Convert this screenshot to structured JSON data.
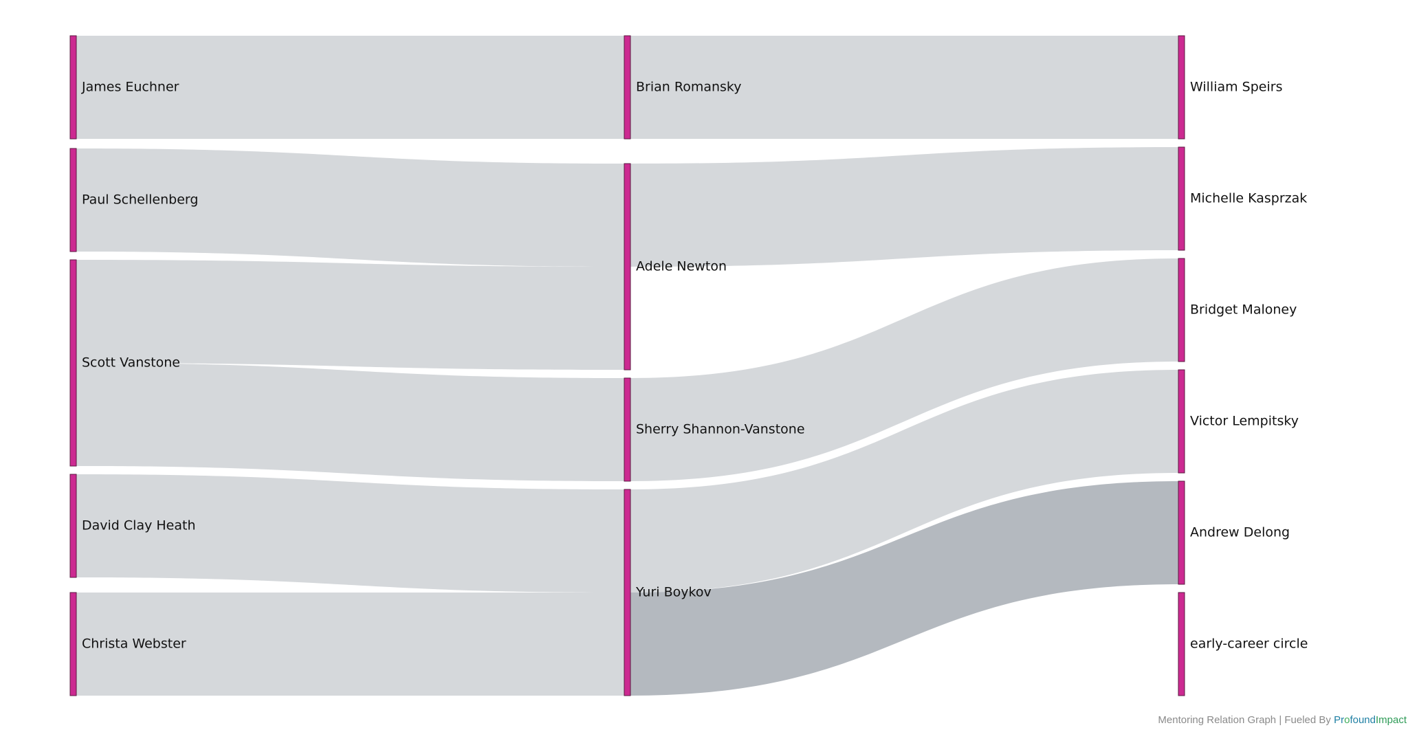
{
  "diagram": {
    "type": "sankey",
    "columns": [
      [
        "James Euchner",
        "Paul Schellenberg",
        "Scott Vanstone",
        "David Clay Heath",
        "Christa Webster"
      ],
      [
        "Brian Romansky",
        "Adele Newton",
        "Sherry Shannon-Vanstone",
        "Yuri Boykov"
      ],
      [
        "William Speirs",
        "Michelle Kasprzak",
        "Bridget Maloney",
        "Victor Lempitsky",
        "Andrew Delong",
        "early-career circle"
      ]
    ],
    "links": [
      {
        "source": "James Euchner",
        "target": "Brian Romansky",
        "value": 1
      },
      {
        "source": "Paul Schellenberg",
        "target": "Adele Newton",
        "value": 1
      },
      {
        "source": "Scott Vanstone",
        "target": "Adele Newton",
        "value": 1
      },
      {
        "source": "Scott Vanstone",
        "target": "Sherry Shannon-Vanstone",
        "value": 1
      },
      {
        "source": "David Clay Heath",
        "target": "Yuri Boykov",
        "value": 1
      },
      {
        "source": "Christa Webster",
        "target": "Yuri Boykov",
        "value": 1
      },
      {
        "source": "Brian Romansky",
        "target": "William Speirs",
        "value": 1
      },
      {
        "source": "Adele Newton",
        "target": "Michelle Kasprzak",
        "value": 1
      },
      {
        "source": "Sherry Shannon-Vanstone",
        "target": "Bridget Maloney",
        "value": 1
      },
      {
        "source": "Yuri Boykov",
        "target": "Victor Lempitsky",
        "value": 1
      },
      {
        "source": "Yuri Boykov",
        "target": "Andrew Delong",
        "value": 1,
        "highlight": true
      }
    ],
    "colors": {
      "node": "#cc2a91",
      "link": "#d5d8db",
      "link_highlight": "#b4b9bf"
    }
  },
  "footer": {
    "prefix": "Mentoring Relation Graph | Fueled By ",
    "brand_part1": "Pr",
    "brand_dot": "o",
    "brand_part2": "found",
    "brand_part3": "Impact"
  }
}
